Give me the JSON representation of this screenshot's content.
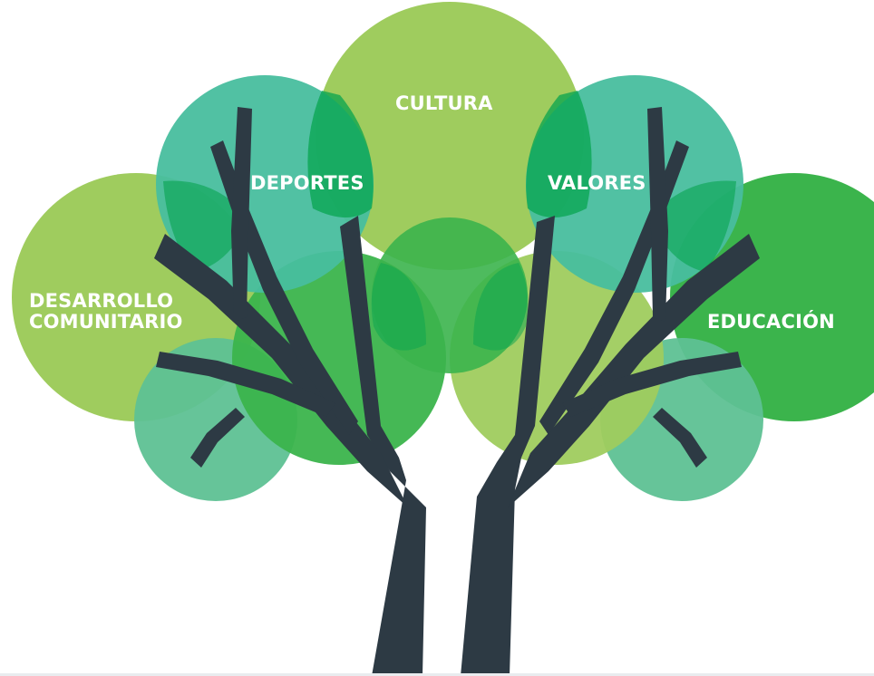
{
  "diagram": {
    "labels": {
      "cultura": "CULTURA",
      "deportes": "DEPORTES",
      "valores": "VALORES",
      "desarrollo_line1": "DESARROLLO",
      "desarrollo_line2": "COMUNITARIO",
      "educacion": "EDUCACIÓN"
    },
    "colors": {
      "trunk": "#2d3a44",
      "light_green": "#9fcc5e",
      "teal": "#48be9e",
      "mid_green": "#3bb44c",
      "pale_teal": "#5ec194",
      "overlap_dark": "#07a44f"
    }
  }
}
